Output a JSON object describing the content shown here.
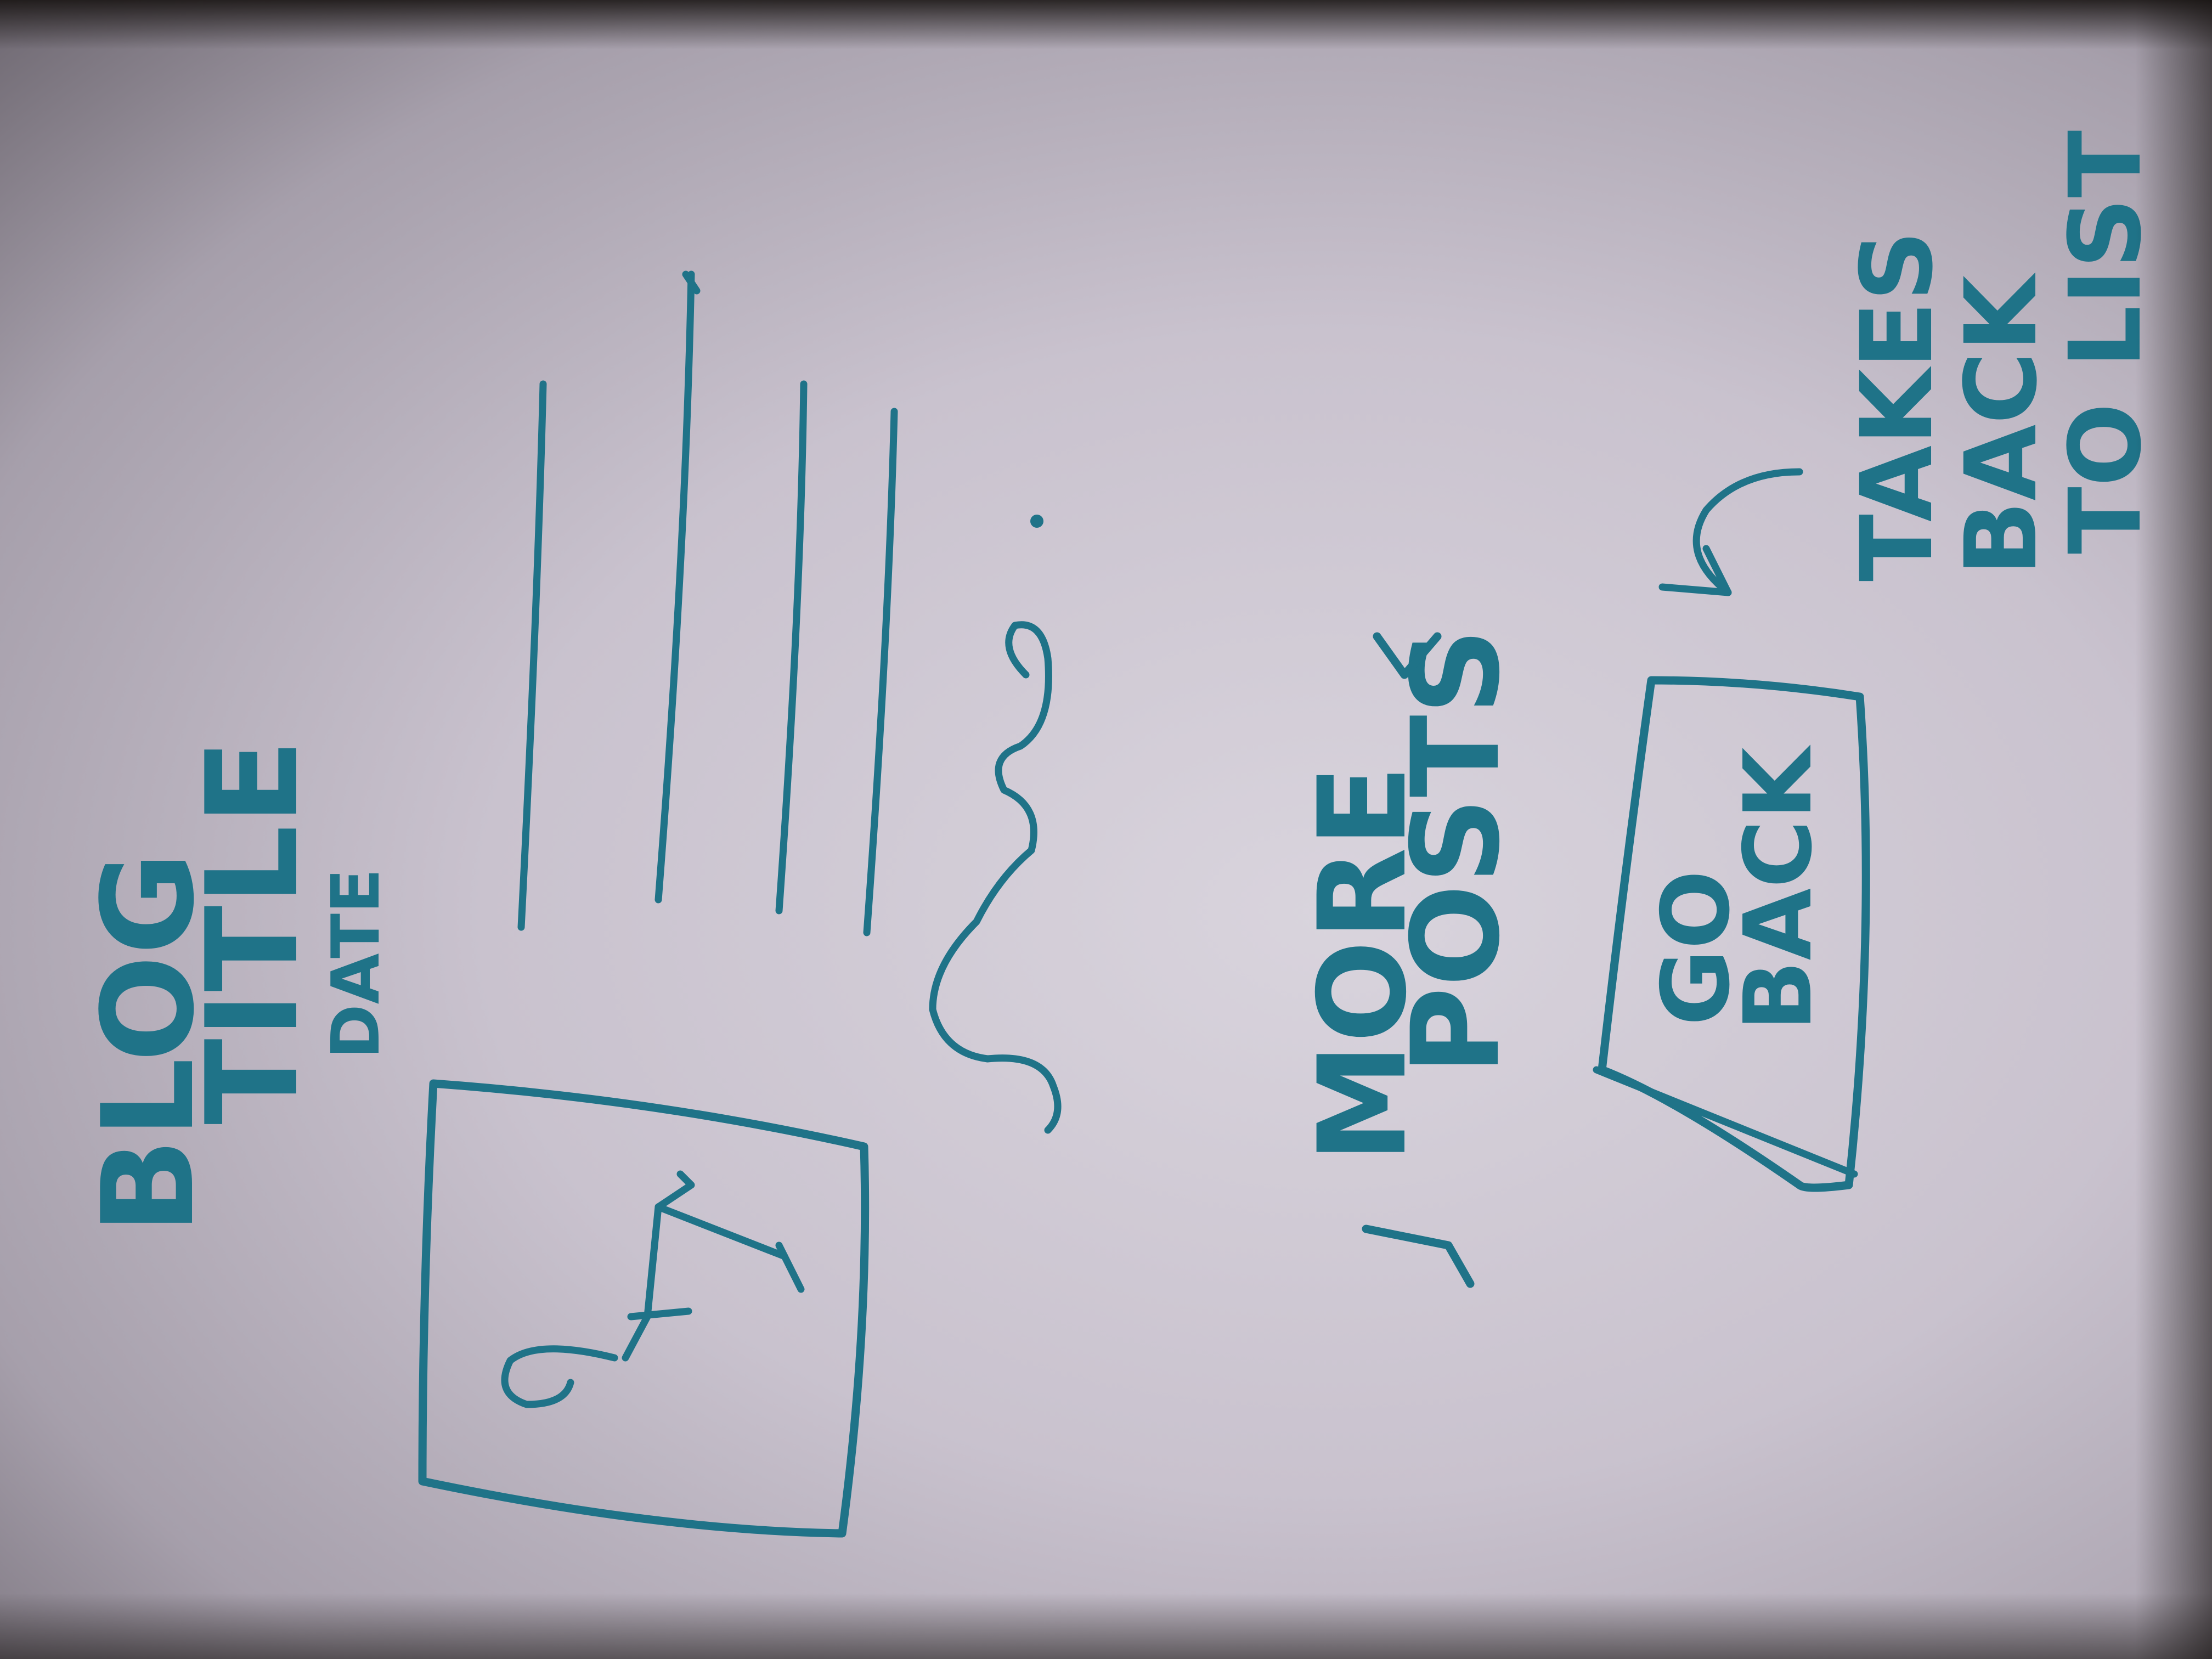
{
  "sketch": {
    "title_line1": "BLOG",
    "title_line2": "TITLE",
    "date_label": "DATE",
    "more_posts_line1": "MORE",
    "more_posts_line2": "POSTS",
    "prev_arrow": "<",
    "next_arrow": ">",
    "button_line1": "GO",
    "button_line2": "BACK",
    "note_line1": "TAKES",
    "note_line2": "BACK",
    "note_line3": "TO LIST"
  },
  "colors": {
    "ink": "#1f7388",
    "paper": "#cdc6d1"
  }
}
